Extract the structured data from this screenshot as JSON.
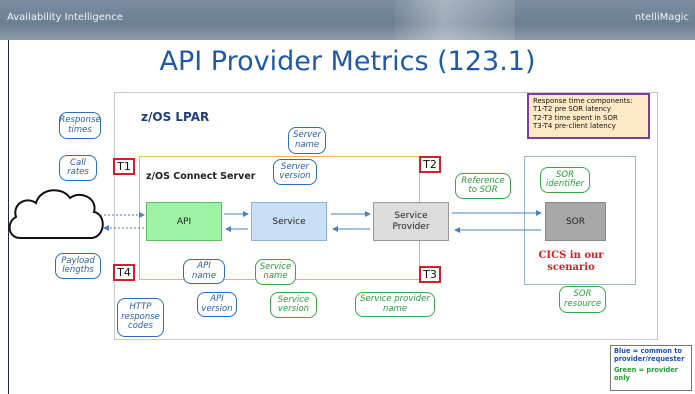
{
  "header": {
    "brand_left": "Availability Intelligence",
    "brand_right": "ntelliMagic"
  },
  "slide": {
    "title": "API Provider Metrics (123.1)"
  },
  "lpar": {
    "title": "z/OS LPAR"
  },
  "zos_connect": {
    "title": "z/OS Connect Server"
  },
  "legend": {
    "title": "Response time components:",
    "lines": [
      "T1-T2  pre SOR latency",
      "T2-T3  time spent in SOR",
      "T3-T4  pre-client latency"
    ]
  },
  "time_markers": {
    "t1": "T1",
    "t2": "T2",
    "t3": "T3",
    "t4": "T4"
  },
  "blocks": {
    "api": "API",
    "service": "Service",
    "service_provider": "Service\nProvider",
    "sor": "SOR"
  },
  "blue_metrics": {
    "response_times": "Response\ntimes",
    "call_rates": "Call\nrates",
    "payload_lengths": "Payload\nlengths",
    "http_response_codes": "HTTP\nresponse\ncodes",
    "api_name": "API\nname",
    "api_version": "API\nversion",
    "server_name": "Server\nname",
    "server_version": "Server\nversion"
  },
  "green_metrics": {
    "service_name": "Service\nname",
    "service_version": "Service\nversion",
    "reference_to_sor": "Reference\nto SOR",
    "sor_identifier": "SOR\nidentifier",
    "service_provider_name": "Service provider\nname",
    "sor_resource": "SOR\nresource"
  },
  "cics_note": "CICS in our\nscenario",
  "color_note": {
    "blue": "Blue = common to provider/requester",
    "green": "Green = provider only"
  },
  "colors": {
    "title_blue": "#1f5aa6",
    "metric_blue": "#2c5ea8",
    "metric_green": "#2f9a3e",
    "marker_red": "#d1202b",
    "api_green": "#9ef2a3",
    "service_blue": "#c8dff5",
    "provider_gray": "#dcdcdc",
    "sor_gray": "#a8a8a8"
  }
}
